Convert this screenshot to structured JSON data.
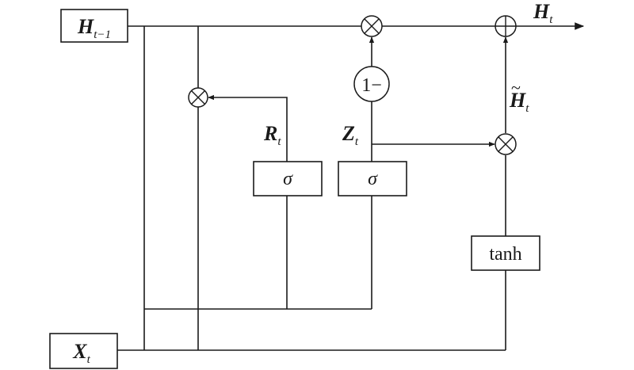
{
  "inputs": {
    "h_prev": {
      "main": "H",
      "sub": "t−1"
    },
    "x_t": {
      "main": "X",
      "sub": "t"
    }
  },
  "output": {
    "main": "H",
    "sub": "t"
  },
  "gates": {
    "reset": {
      "symbol": "σ",
      "label_main": "R",
      "label_sub": "t"
    },
    "update": {
      "symbol": "σ",
      "label_main": "Z",
      "label_sub": "t"
    }
  },
  "candidate": {
    "activation": "tanh",
    "label_main": "H",
    "label_tilde": "~",
    "label_sub": "t"
  },
  "one_minus": {
    "text": "1−"
  }
}
